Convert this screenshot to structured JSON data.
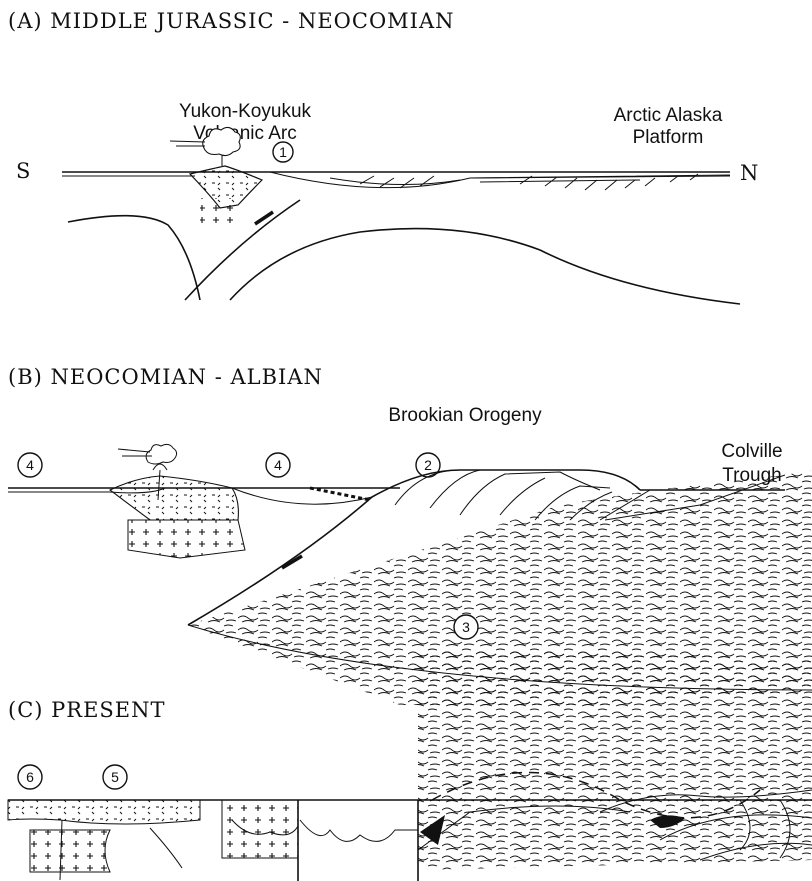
{
  "panels": {
    "a": {
      "title": "(A) MIDDLE JURASSIC - NEOCOMIAN",
      "arc_line1": "Yukon-Koyukuk",
      "arc_line2": "Volcanic Arc",
      "platform_line1": "Arctic Alaska",
      "platform_line2": "Platform",
      "south": "S",
      "north": "N",
      "marker": "1"
    },
    "b": {
      "title": "(B) NEOCOMIAN - ALBIAN",
      "orogeny": "Brookian Orogeny",
      "trough_line1": "Colville",
      "trough_line2": "Trough",
      "marker_left": "4",
      "marker_mid": "4",
      "marker_thrust": "2",
      "marker_basement": "3"
    },
    "c": {
      "title": "(C) PRESENT",
      "marker_a": "6",
      "marker_b": "5"
    }
  }
}
